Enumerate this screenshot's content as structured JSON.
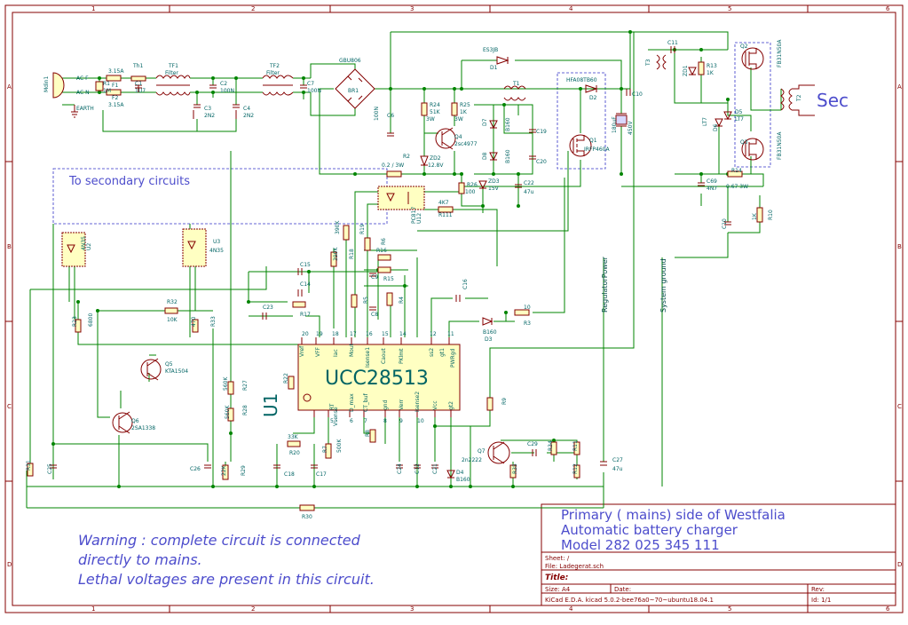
{
  "frame": {
    "col_labels": [
      "1",
      "2",
      "3",
      "4",
      "5",
      "6"
    ],
    "row_labels": [
      "A",
      "B",
      "C",
      "D"
    ]
  },
  "title_block": {
    "title_lines": [
      "Primary ( mains) side of Westfalia",
      "Automatic battery charger",
      "Model 282 025 345 111"
    ],
    "sheet": "Sheet: /",
    "file": "File: Ladegerat.sch",
    "title_label": "Title:",
    "size": "Size: A4",
    "date": "Date:",
    "rev": "Rev:",
    "tool": "KiCad E.D.A.  kicad 5.0.2-bee76a0~70~ubuntu18.04.1",
    "id": "Id: 1/1"
  },
  "warning": {
    "line1": "Warning : complete circuit is connected",
    "line2": " directly to mains.",
    "line3": "Lethal voltages are present in this circuit."
  },
  "notes": {
    "to_secondary": "To secondary circuits",
    "sec": "Sec",
    "regulator_power": "RegulatorPower",
    "system_ground": "System ground"
  },
  "ic": {
    "name": "UCC28513",
    "ref": "U1",
    "pins_top": [
      "Vref",
      "VFF",
      "Iac",
      "Mout",
      "Isense1",
      "Caout",
      "PKlmt",
      "ss2",
      "gt1",
      "PWRgd"
    ],
    "pins_top_nums": [
      "20",
      "19",
      "18",
      "17",
      "16",
      "15",
      "14",
      "12",
      "11",
      ""
    ],
    "pins_bottom": [
      "RT",
      "D_max",
      "CT_buf",
      "gnd",
      "Verr",
      "Isense2",
      "Vcc",
      "gt2"
    ],
    "pins_bottom_nums": [
      "5",
      "6",
      "7",
      "8",
      "9",
      "10"
    ],
    "vsense": "Vsense"
  },
  "labels": {
    "mdin": "Mdin1",
    "ac_f": "AC F",
    "ac_n": "AC N",
    "earth": "EARTH",
    "f1_val": "3.15A",
    "f2_val": "3.15A",
    "f1": "F1",
    "f2": "F2",
    "r1": "R1",
    "r1_val": "1M",
    "th1": "Th1",
    "c1": "C1",
    "c1_val": "1U7",
    "tf1": "TF1",
    "tf1_filter": "Filter",
    "c2": "C2",
    "c2_val": "100N",
    "c3": "C3",
    "c3_val": "2N2",
    "c4": "C4",
    "c4_val": "2N2",
    "tf2": "TF2",
    "tf2_filter": "Filter",
    "c7": "C7",
    "c7_val": "100N",
    "br1": "BR1",
    "gbu": "GBU806",
    "c6": "C6",
    "c6_val": "100N",
    "es3j": "ES3JB",
    "d1": "D1",
    "t1": "T1",
    "hfa": "HFA08TB60",
    "d2": "D2",
    "c10": "C10",
    "c11": "C11",
    "t3": "T3",
    "zd1": "ZD1",
    "r13": "R13",
    "r13_val": "1K",
    "q2": "Q2",
    "q2_val": "FB31N50A",
    "q3": "Q3",
    "q3_val": "FB31N50A",
    "t2": "T2",
    "lt7": "LT7",
    "d5": "D5",
    "d5_val": "LT7",
    "d6": "D6",
    "c69": "C69",
    "c69_val": "4N7",
    "r14": "R14",
    "r14_val": "0.67 3W",
    "c10b": "C10",
    "r10": "R10",
    "r10_val": "1K",
    "r24": "R24",
    "r24_val": "51K",
    "r24_w": "3W",
    "r25": "R25",
    "r25_val": "1K",
    "r25_w": "3W",
    "q4": "Q4",
    "q4_val": "2sc4977",
    "zd2": "ZD2",
    "zd2_val": "12.8V",
    "d7": "D7",
    "d7_val": "B160",
    "d8": "D8",
    "d8_val": "B160",
    "c19": "C19",
    "c20": "C20",
    "q1": "Q1",
    "q1_val": "IRFP460A",
    "c_bulk": "180uF",
    "c_bulk_v": "450V",
    "r2": "R2",
    "r2_val": "0.2 / 3W",
    "r26": "R26",
    "r26_val": "100",
    "zd3": "ZD3",
    "zd3_val": "15V",
    "c22": "C22",
    "c22_val": "47u",
    "pc817": "PC817",
    "u12": "U12",
    "r111": "R111",
    "r111_val": "4K7",
    "u2": "U2",
    "u2_val": "4N35",
    "u3": "U3",
    "u3_val": "4N35",
    "r19": "R19",
    "r19_val": "390K",
    "r18": "R18",
    "r18_val": "390K",
    "r6": "R6",
    "r16": "R16",
    "r15": "R15",
    "c9": "C9",
    "c8": "C8",
    "r4": "R4",
    "r5": "R5",
    "c15": "C15",
    "c14": "C14",
    "c23": "C23",
    "r17": "R17",
    "c16": "C16",
    "r3": "R3",
    "r3_val": "10",
    "d3": "D3",
    "d3_val": "B160",
    "r32": "R32",
    "r32_val": "10K",
    "r23": "R23",
    "r23_val": "6800",
    "r33": "R33",
    "r33_val": "470",
    "q5": "Q5",
    "q5_val": "KTA1504",
    "q6": "Q6",
    "q6_val": "2SA1338",
    "r22": "R22",
    "r27": "R27",
    "r27_val": "560K",
    "r28": "R28",
    "r28_val": "560K",
    "c26": "C26",
    "r29": "R29",
    "r29_val": "22K",
    "r20": "R20",
    "r20_val": "33K",
    "c18": "C18",
    "c17": "C17",
    "r7": "R7",
    "r7_val": "500K",
    "r8": "R8",
    "r9": "R9",
    "q7": "Q7",
    "q7_val": "2n2222",
    "c29": "C29",
    "r34": "R34",
    "r11": "R11",
    "r12": "R12",
    "c27": "C27",
    "c27_val": "47u",
    "r35": "R35",
    "d4": "D4",
    "d4_val": "B160",
    "c21": "C21",
    "c12": "C12",
    "c24": "C24",
    "r31": "R31",
    "c25": "C25",
    "r30": "R30"
  }
}
